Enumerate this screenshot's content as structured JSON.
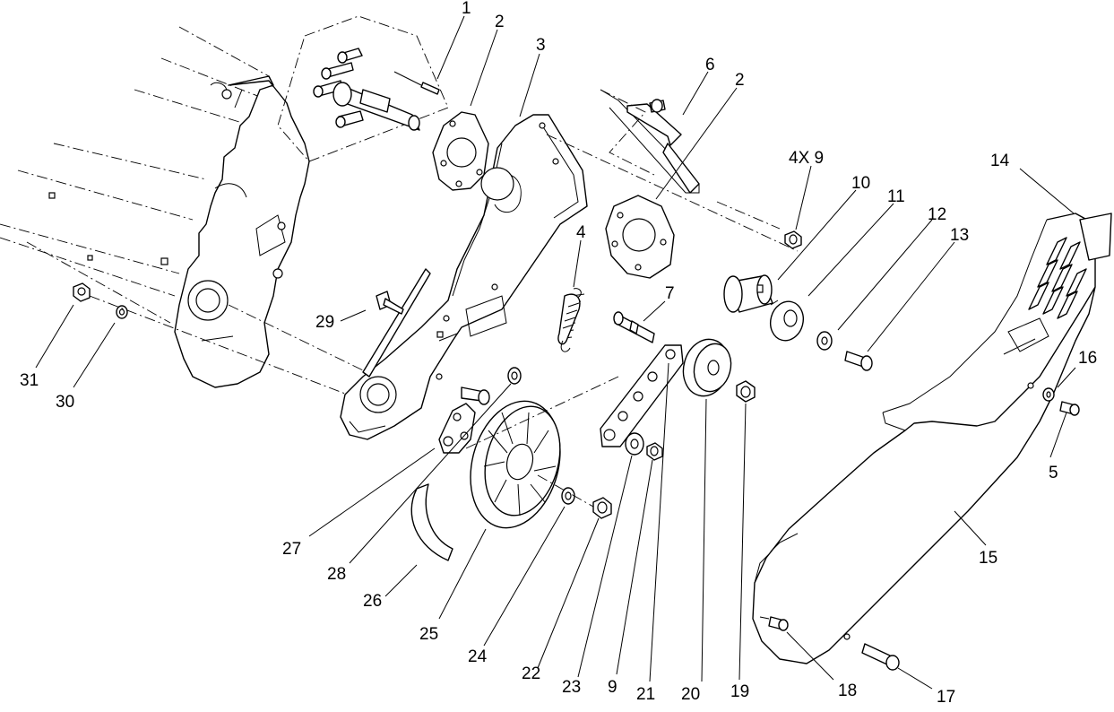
{
  "callouts": [
    {
      "id": "c1",
      "label": "1"
    },
    {
      "id": "c2a",
      "label": "2"
    },
    {
      "id": "c3",
      "label": "3"
    },
    {
      "id": "c6",
      "label": "6"
    },
    {
      "id": "c2b",
      "label": "2"
    },
    {
      "id": "c4x9",
      "label": "4X 9"
    },
    {
      "id": "c10",
      "label": "10"
    },
    {
      "id": "c11",
      "label": "11"
    },
    {
      "id": "c12",
      "label": "12"
    },
    {
      "id": "c13",
      "label": "13"
    },
    {
      "id": "c14",
      "label": "14"
    },
    {
      "id": "c4",
      "label": "4"
    },
    {
      "id": "c7",
      "label": "7"
    },
    {
      "id": "c29",
      "label": "29"
    },
    {
      "id": "c31",
      "label": "31"
    },
    {
      "id": "c30",
      "label": "30"
    },
    {
      "id": "c16",
      "label": "16"
    },
    {
      "id": "c5",
      "label": "5"
    },
    {
      "id": "c15",
      "label": "15"
    },
    {
      "id": "c27",
      "label": "27"
    },
    {
      "id": "c28",
      "label": "28"
    },
    {
      "id": "c26",
      "label": "26"
    },
    {
      "id": "c25",
      "label": "25"
    },
    {
      "id": "c24",
      "label": "24"
    },
    {
      "id": "c22",
      "label": "22"
    },
    {
      "id": "c23",
      "label": "23"
    },
    {
      "id": "c9",
      "label": "9"
    },
    {
      "id": "c21",
      "label": "21"
    },
    {
      "id": "c20",
      "label": "20"
    },
    {
      "id": "c19",
      "label": "19"
    },
    {
      "id": "c18",
      "label": "18"
    },
    {
      "id": "c17",
      "label": "17"
    }
  ]
}
